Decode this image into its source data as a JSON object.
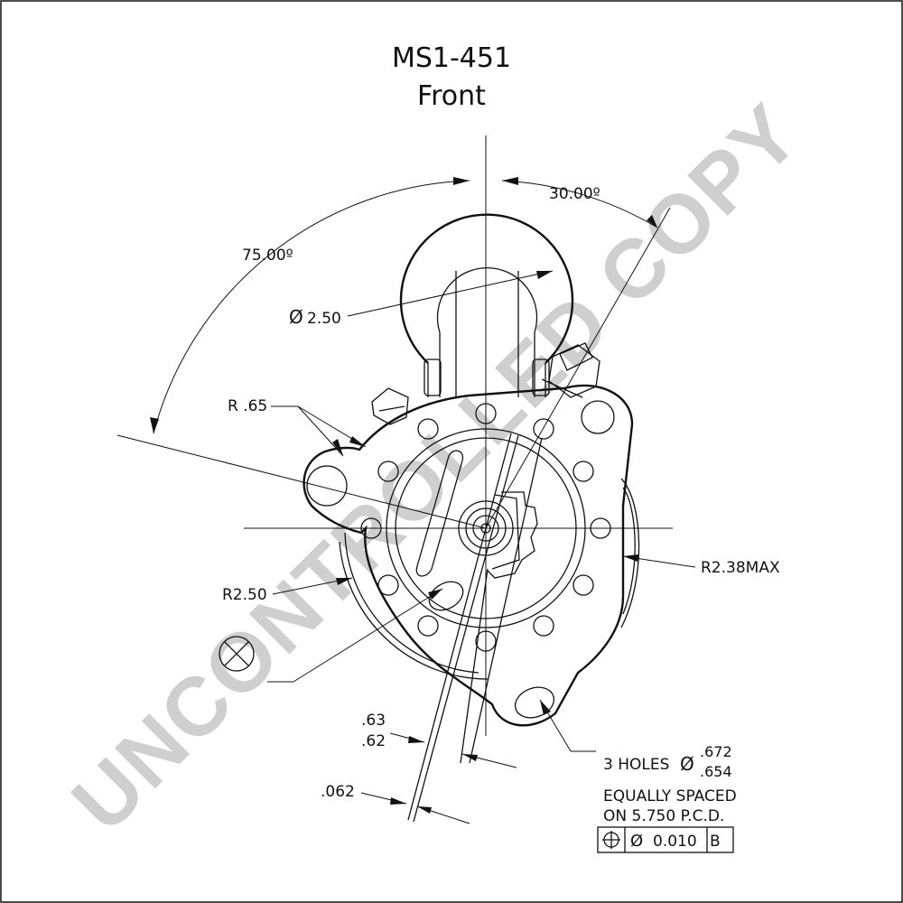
{
  "title": {
    "model": "MS1-451",
    "view": "Front"
  },
  "watermark": "UNCONTROLLED COPY",
  "dimensions": {
    "angle_75": "75.00º",
    "angle_30": "30.00º",
    "diameter_250": "2.50",
    "radius_065": "R .65",
    "radius_250": "R2.50",
    "radius_238": "R2.38MAX",
    "dim_063": ".63",
    "dim_062": ".62",
    "dim_0062": ".062"
  },
  "diameter_symbol": "Ø",
  "holes_note": {
    "prefix": "3 HOLES",
    "symbol": "Ø",
    "upper": ".672",
    "lower": ".654",
    "line1": "EQUALLY SPACED",
    "line2": "ON 5.750 P.C.D."
  },
  "tolerance_frame": {
    "position_symbol": "position-icon",
    "diameter_symbol": "Ø",
    "value": "0.010",
    "datum": "B"
  },
  "colors": {
    "line": "#111111",
    "watermark": "#cfcfcf"
  }
}
